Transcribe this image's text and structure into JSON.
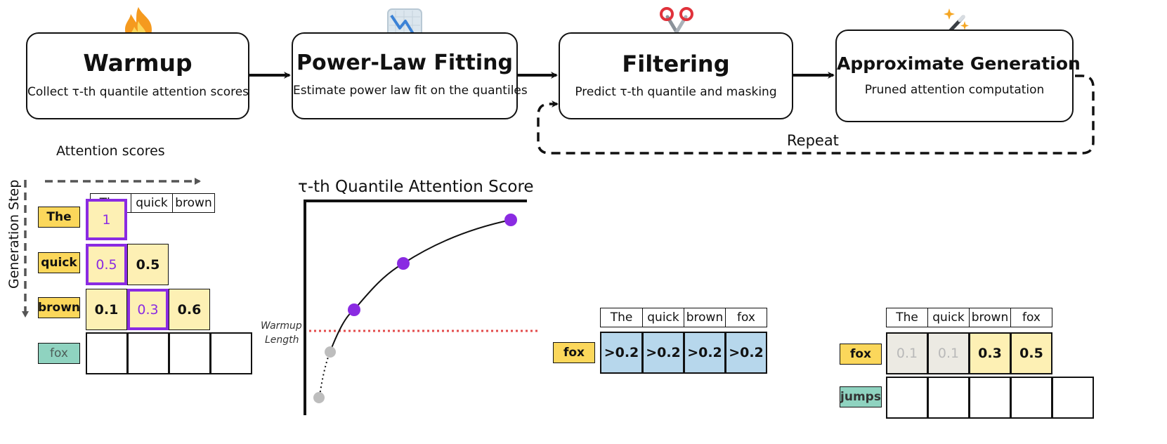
{
  "colors": {
    "yellow_token": "#fbd75b",
    "teal_token": "#8fd3c0",
    "cell_fill": "#fdf0b4",
    "highlight": "#8a2be2",
    "blue_cell": "#b7d7ec",
    "gray_cell": "#eceae3",
    "red_dotted": "#e34b4b"
  },
  "pipeline": {
    "steps": [
      {
        "title": "Warmup",
        "subtitle": "Collect τ-th quantile attention scores",
        "icon": "fire-icon"
      },
      {
        "title": "Power-Law Fitting",
        "subtitle": "Estimate power law fit on the quantiles",
        "icon": "chart-decreasing-icon"
      },
      {
        "title": "Filtering",
        "subtitle": "Predict τ-th quantile and masking",
        "icon": "scissors-icon"
      },
      {
        "title": "Approximate Generation",
        "subtitle": "Pruned attention computation",
        "icon": "magic-wand-icon"
      }
    ],
    "loop_label": "Repeat"
  },
  "warmup_matrix": {
    "x_axis_label": "Attention scores",
    "y_axis_label": "Generation Step",
    "columns": [
      "The",
      "quick",
      "brown"
    ],
    "rows": [
      {
        "token": "The",
        "values": [
          "1"
        ]
      },
      {
        "token": "quick",
        "values": [
          "0.5",
          "0.5"
        ]
      },
      {
        "token": "brown",
        "values": [
          "0.1",
          "0.3",
          "0.6"
        ]
      },
      {
        "token": "fox",
        "values": []
      }
    ]
  },
  "curve_plot": {
    "title": "τ-th Quantile Attention Score",
    "warmup_label_line1": "Warmup",
    "warmup_label_line2": "Length"
  },
  "filtering_matrix": {
    "columns": [
      "The",
      "quick",
      "brown",
      "fox"
    ],
    "row_token": "fox",
    "values": [
      ">0.2",
      ">0.2",
      ">0.2",
      ">0.2"
    ]
  },
  "approx_matrix": {
    "columns": [
      "The",
      "quick",
      "brown",
      "fox"
    ],
    "row_token": "fox",
    "values": [
      "0.1",
      "0.1",
      "0.3",
      "0.5"
    ],
    "next_token": "jumps"
  }
}
